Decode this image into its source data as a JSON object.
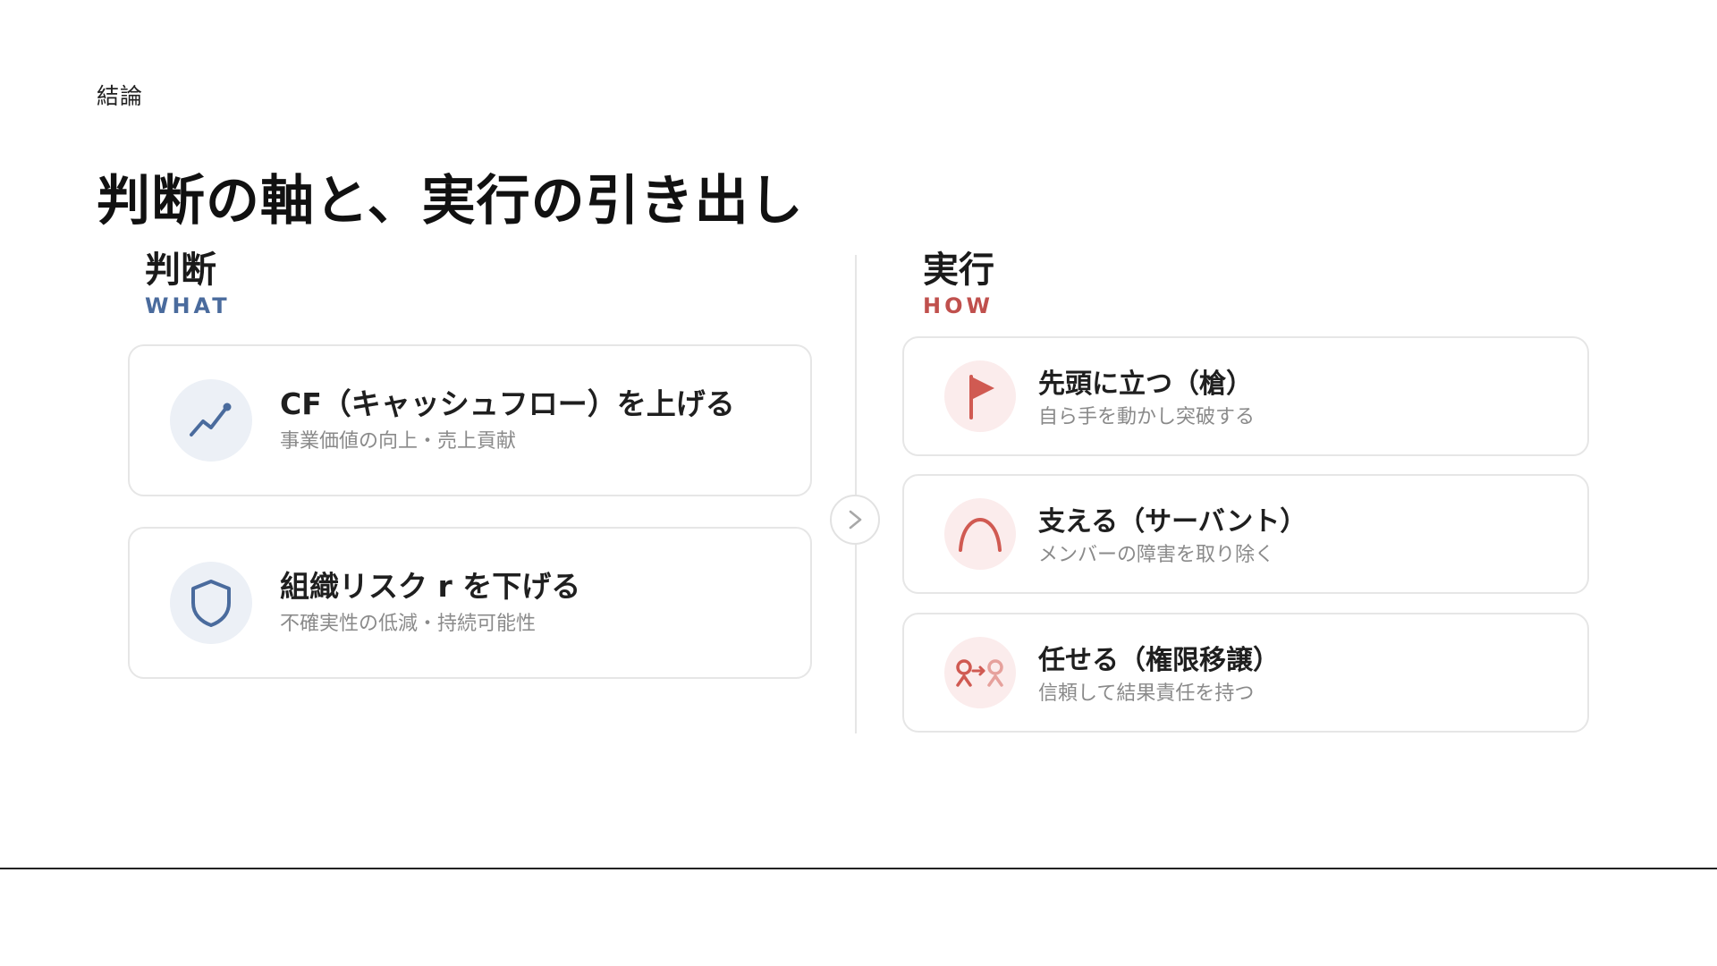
{
  "header": {
    "eyebrow": "結論",
    "title": "判断の軸と、実行の引き出し"
  },
  "judgment": {
    "heading": "判断",
    "subheading": "WHAT",
    "accent_color": "#4a6b9d",
    "cards": [
      {
        "icon": "trend-up-icon",
        "title": "CF（キャッシュフロー）を上げる",
        "subtitle": "事業価値の向上・売上貢献"
      },
      {
        "icon": "shield-icon",
        "title": "組織リスク r を下げる",
        "subtitle": "不確実性の低減・持続可能性"
      }
    ]
  },
  "transition": {
    "icon": "chevron-right-icon"
  },
  "execution": {
    "heading": "実行",
    "subheading": "HOW",
    "accent_color": "#c0504d",
    "cards": [
      {
        "icon": "flag-icon",
        "title": "先頭に立つ（槍）",
        "subtitle": "自ら手を動かし突破する"
      },
      {
        "icon": "arch-icon",
        "title": "支える（サーバント）",
        "subtitle": "メンバーの障害を取り除く"
      },
      {
        "icon": "delegate-icon",
        "title": "任せる（権限移譲）",
        "subtitle": "信頼して結果責任を持つ"
      }
    ]
  }
}
